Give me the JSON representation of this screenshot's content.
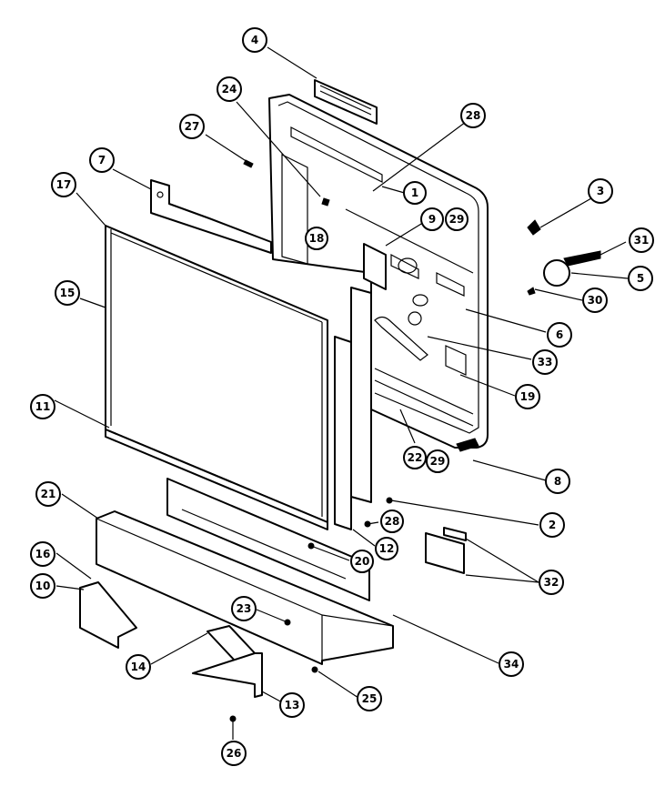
{
  "callouts": [
    {
      "id": "c4",
      "label": "4"
    },
    {
      "id": "c24",
      "label": "24"
    },
    {
      "id": "c27",
      "label": "27"
    },
    {
      "id": "c28a",
      "label": "28"
    },
    {
      "id": "c7",
      "label": "7"
    },
    {
      "id": "c1",
      "label": "1"
    },
    {
      "id": "c3",
      "label": "3"
    },
    {
      "id": "c17",
      "label": "17"
    },
    {
      "id": "c9",
      "label": "9"
    },
    {
      "id": "c29a",
      "label": "29"
    },
    {
      "id": "c18a",
      "label": "18"
    },
    {
      "id": "c31",
      "label": "31"
    },
    {
      "id": "c5",
      "label": "5"
    },
    {
      "id": "c15",
      "label": "15"
    },
    {
      "id": "c30",
      "label": "30"
    },
    {
      "id": "c6",
      "label": "6"
    },
    {
      "id": "c33",
      "label": "33"
    },
    {
      "id": "c19",
      "label": "19"
    },
    {
      "id": "c11",
      "label": "11"
    },
    {
      "id": "c22",
      "label": "22"
    },
    {
      "id": "c29b",
      "label": "29"
    },
    {
      "id": "c8",
      "label": "8"
    },
    {
      "id": "c21",
      "label": "21"
    },
    {
      "id": "c2",
      "label": "2"
    },
    {
      "id": "c28b",
      "label": "28"
    },
    {
      "id": "c12",
      "label": "12"
    },
    {
      "id": "c20",
      "label": "20"
    },
    {
      "id": "c32",
      "label": "32"
    },
    {
      "id": "c16",
      "label": "16"
    },
    {
      "id": "c10",
      "label": "10"
    },
    {
      "id": "c23",
      "label": "23"
    },
    {
      "id": "c14",
      "label": "14"
    },
    {
      "id": "c34",
      "label": "34"
    },
    {
      "id": "c13",
      "label": "13"
    },
    {
      "id": "c25",
      "label": "25"
    },
    {
      "id": "c26",
      "label": "26"
    }
  ]
}
